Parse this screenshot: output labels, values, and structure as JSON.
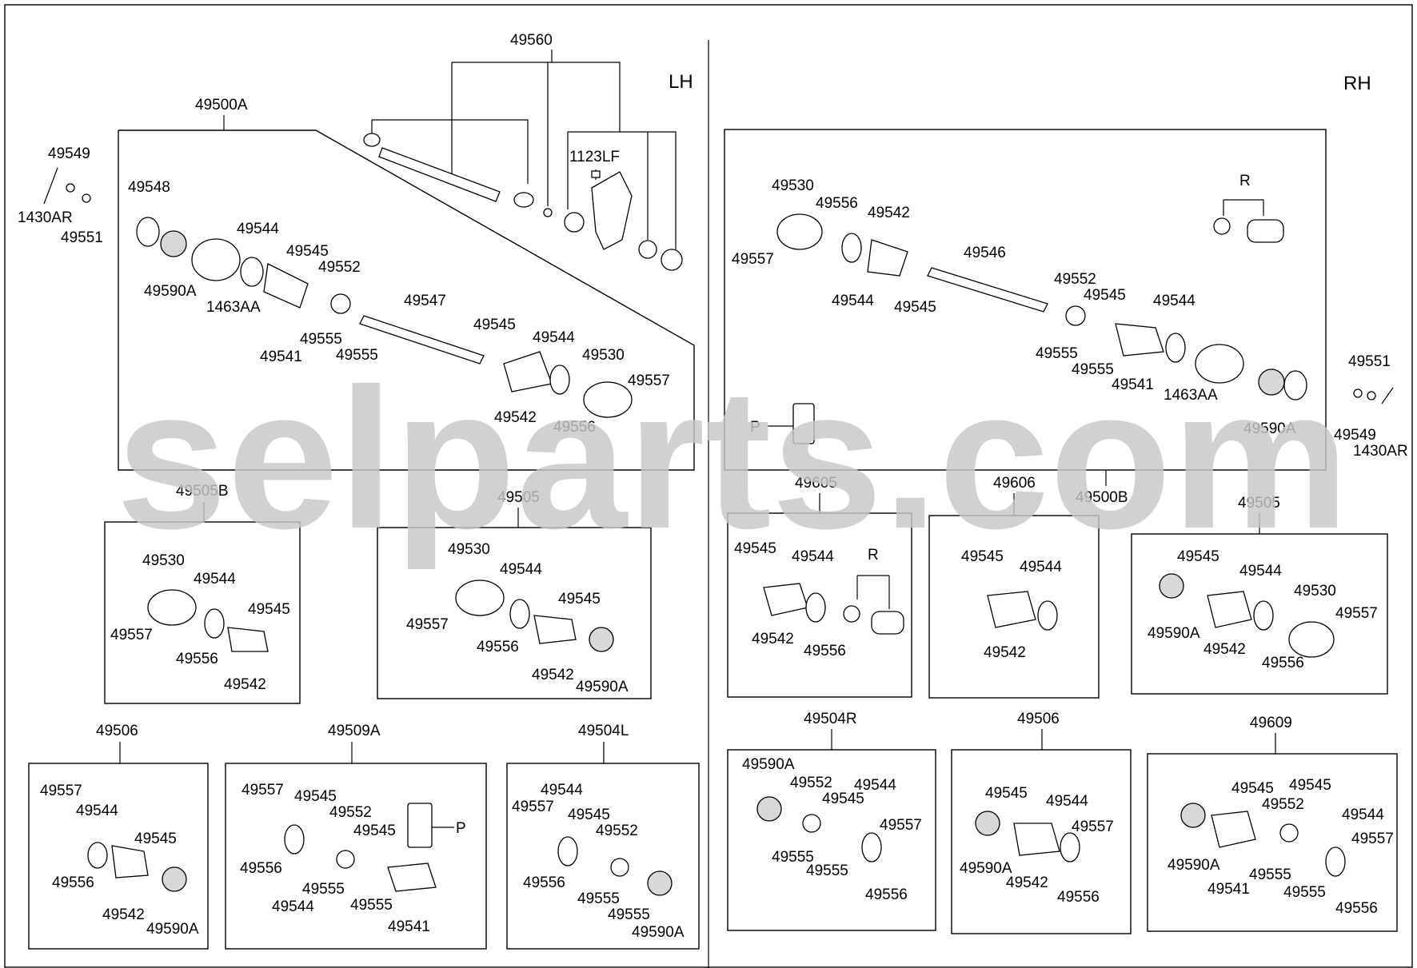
{
  "watermark": "selparts.com",
  "sides": {
    "lh": "LH",
    "rh": "RH"
  },
  "callouts": {
    "shaft_assy": "49560",
    "lh_assy": "49500A",
    "rh_assy": "49500B",
    "bolt": "1123LF",
    "kit_r": "R",
    "kit_p": "P",
    "b_49549": "49549",
    "b_1430AR": "1430AR",
    "b_49551": "49551",
    "b_49548": "49548",
    "b_49590A": "49590A",
    "b_49544": "49544",
    "b_1463AA": "1463AA",
    "b_49545": "49545",
    "b_49552": "49552",
    "b_49555": "49555",
    "b_49541": "49541",
    "b_49547": "49547",
    "b_49530": "49530",
    "b_49557": "49557",
    "b_49542": "49542",
    "b_49556": "49556",
    "b_49546": "49546"
  },
  "kits": {
    "k49505B": "49505B",
    "k49505": "49505",
    "k49506": "49506",
    "k49509A": "49509A",
    "k49504L": "49504L",
    "k49605": "49605",
    "k49606": "49606",
    "k49504R": "49504R",
    "k49609": "49609"
  }
}
